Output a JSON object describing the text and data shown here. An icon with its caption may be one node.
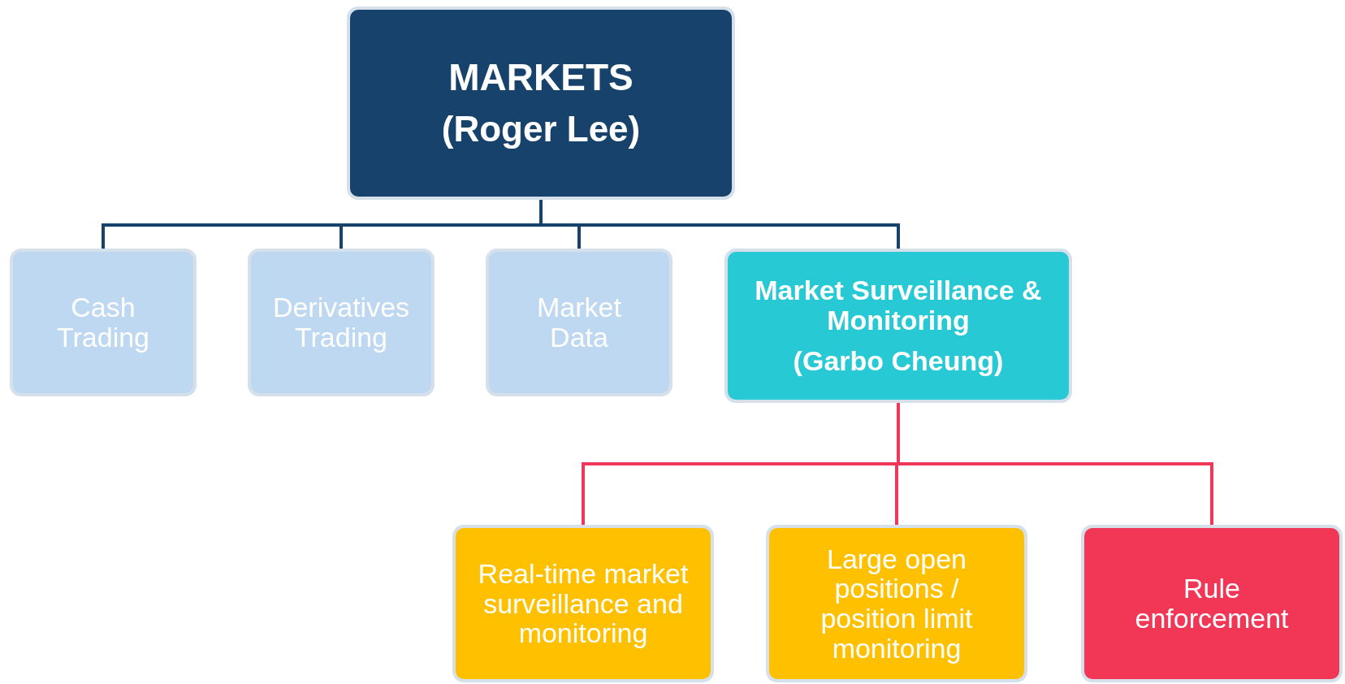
{
  "diagram": {
    "nodes": [
      {
        "text": [
          "MARKETS",
          "(Roger Lee)"
        ]
      },
      {
        "text": [
          "Cash Trading"
        ]
      },
      {
        "text": [
          "Derivatives Trading"
        ]
      },
      {
        "text": [
          "Market Data"
        ]
      },
      {
        "text": [
          "Market Surveillance & Monitoring",
          "(Garbo Cheung)"
        ]
      },
      {
        "text": [
          "Real-time market surveillance and monitoring"
        ]
      },
      {
        "text": [
          "Large open positions / position limit monitoring"
        ]
      },
      {
        "text": [
          "Rule enforcement"
        ]
      }
    ],
    "edges": [
      {
        "from": 0,
        "to": 1,
        "arrow": "none"
      },
      {
        "from": 0,
        "to": 2,
        "arrow": "none"
      },
      {
        "from": 0,
        "to": 3,
        "arrow": "none"
      },
      {
        "from": 0,
        "to": 4,
        "arrow": "none"
      },
      {
        "from": 4,
        "to": 5,
        "arrow": "none",
        "color": "#f0375a"
      },
      {
        "from": 4,
        "to": 6,
        "arrow": "none",
        "color": "#f0375a"
      },
      {
        "from": 4,
        "to": 7,
        "arrow": "none",
        "color": "#f0375a"
      }
    ]
  }
}
